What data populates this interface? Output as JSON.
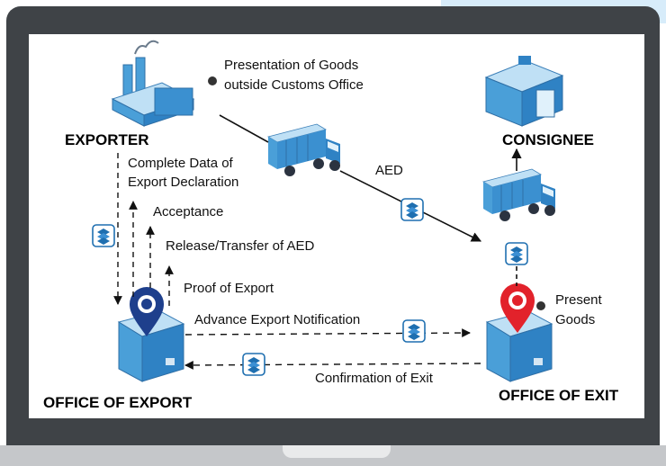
{
  "nodes": {
    "exporter": "EXPORTER",
    "consignee": "CONSIGNEE",
    "office_of_export": "OFFICE OF EXPORT",
    "office_of_exit": "OFFICE OF EXIT"
  },
  "labels": {
    "presentation_line1": "Presentation of Goods",
    "presentation_line2": "outside Customs Office",
    "aed": "AED",
    "complete_data_line1": "Complete Data of",
    "complete_data_line2": "Export Declaration",
    "acceptance": "Acceptance",
    "release_transfer": "Release/Transfer of AED",
    "proof_of_export": "Proof of Export",
    "advance_export_notification": "Advance Export Notification",
    "confirmation_of_exit": "Confirmation of Exit",
    "present_line1": "Present",
    "present_line2": "Goods"
  },
  "colors": {
    "laptop_frame": "#3f4347",
    "building_blue": "#4a9fd8",
    "pin_red": "#e2222b",
    "pin_navy": "#1e3f8c",
    "doc_icon": "#1f6fb0"
  },
  "icons": [
    "factory-icon",
    "warehouse-icon",
    "truck-icon",
    "box-icon",
    "location-pin-icon",
    "document-stack-icon",
    "bullet-dot-icon"
  ]
}
